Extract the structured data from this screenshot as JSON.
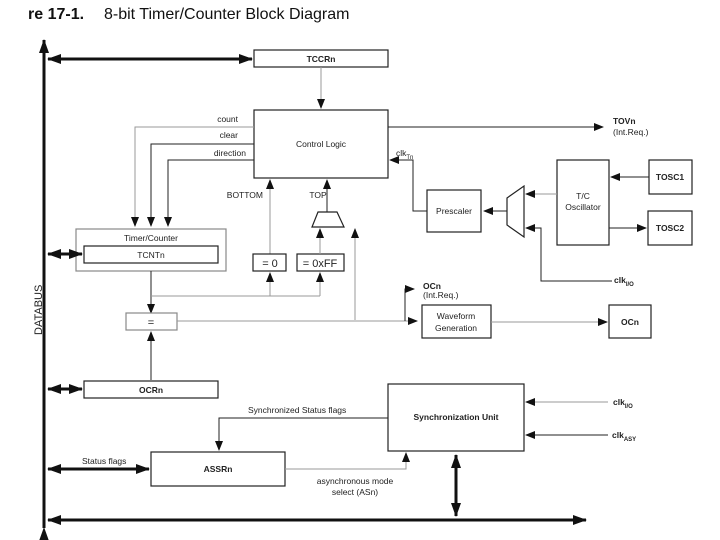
{
  "figure": {
    "label_prefix": "re 17-1.",
    "title": "8-bit Timer/Counter Block Diagram"
  },
  "blocks": {
    "tccr": "TCCRn",
    "control_logic": "Control Logic",
    "timer_counter": "Timer/Counter",
    "tcnt": "TCNTn",
    "eq_zero": "= 0",
    "eq_ff": "= 0xFF",
    "comparator": "=",
    "ocr": "OCRn",
    "prescaler": "Prescaler",
    "oscillator_line1": "T/C",
    "oscillator_line2": "Oscillator",
    "tosc1": "TOSC1",
    "tosc2": "TOSC2",
    "waveform_line1": "Waveform",
    "waveform_line2": "Generation",
    "ocn_out": "OCn",
    "sync_unit": "Synchronization Unit",
    "assr": "ASSRn"
  },
  "signals": {
    "count": "count",
    "clear": "clear",
    "direction": "direction",
    "bottom": "BOTTOM",
    "top": "TOP",
    "tov": "TOVn",
    "tov_sub": "(Int.Req.)",
    "clk_tn": "clk",
    "clk_tn_sub": "Tn",
    "clk_io": "clk",
    "clk_io_sub": "I/O",
    "clk_asy": "clk",
    "clk_asy_sub": "ASY",
    "ocn_int": "OCn",
    "ocn_int_sub": "(Int.Req.)",
    "sync_status_flags": "Synchronized Status flags",
    "status_flags": "Status flags",
    "async_mode_line1": "asynchronous mode",
    "async_mode_line2": "select (ASn)",
    "databus": "DATABUS"
  }
}
